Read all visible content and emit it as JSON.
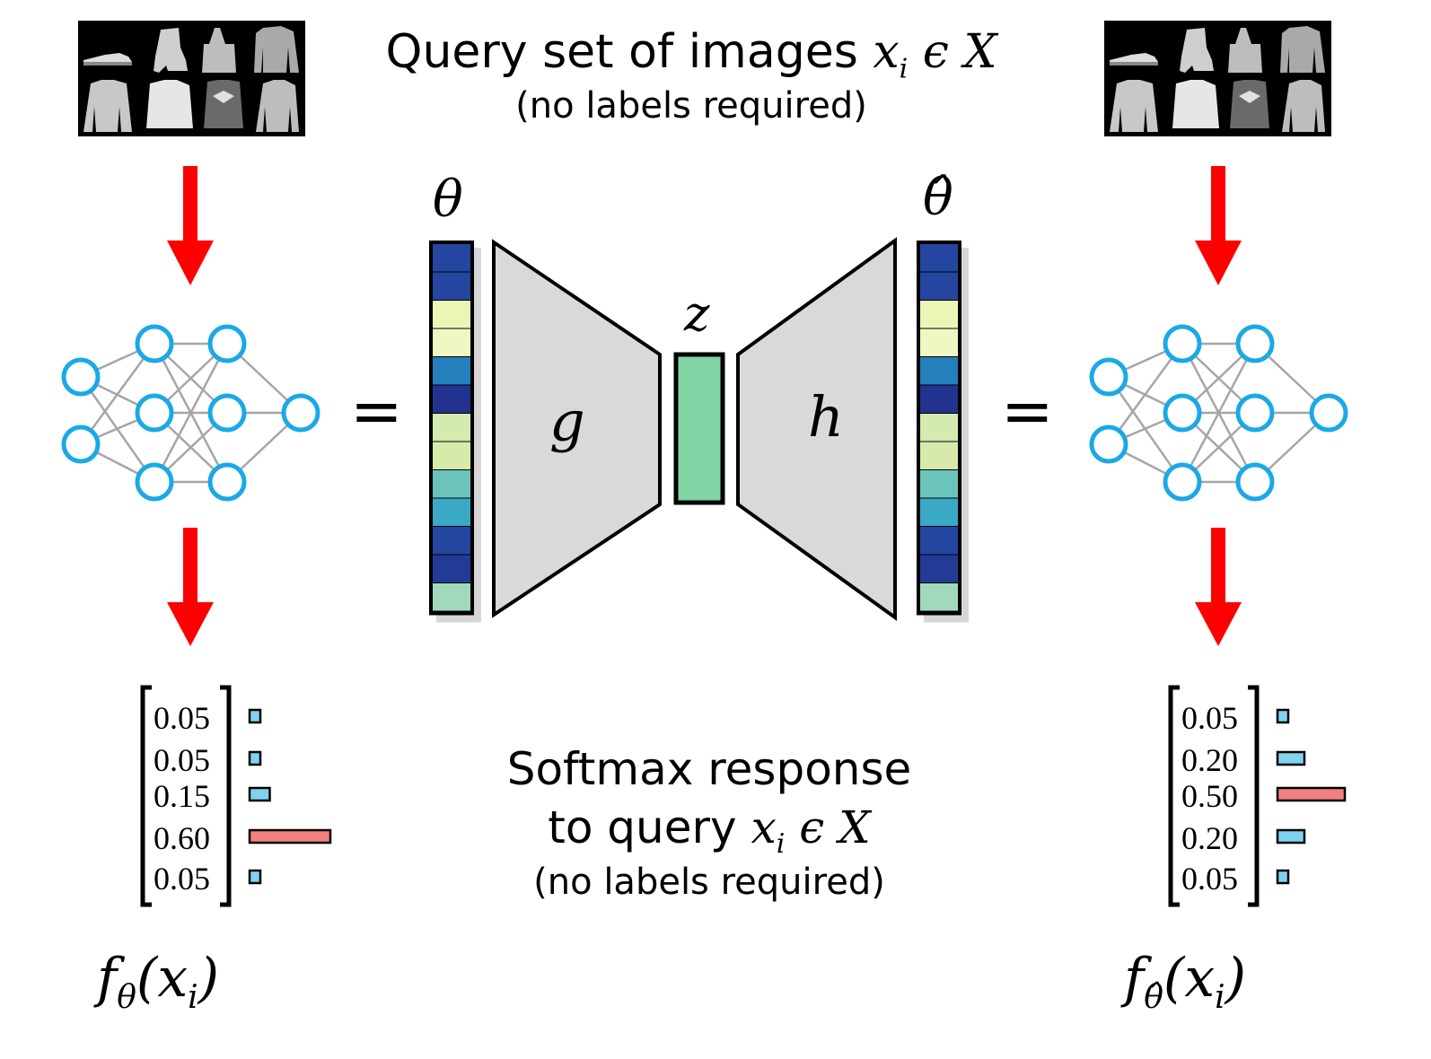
{
  "header": {
    "query_title": "Query set of images",
    "query_math": "x",
    "query_sub": "i",
    "query_rel": "ϵ X",
    "query_note": "(no labels required)"
  },
  "symbols": {
    "theta": "θ",
    "theta_hat": "θ̂",
    "z": "z",
    "g": "g",
    "h": "h",
    "equals": "="
  },
  "softmax": {
    "line1": "Softmax response",
    "line2_prefix": "to query",
    "line2_math": "x",
    "line2_sub": "i",
    "line2_rel": "ϵ X",
    "note": "(no labels required)"
  },
  "left_output": {
    "label_f": "f",
    "label_sub": "θ",
    "label_arg": "(x",
    "label_arg_sub": "i",
    "label_close": ")",
    "values": [
      "0.05",
      "0.05",
      "0.15",
      "0.60",
      "0.05"
    ],
    "bars": [
      0.05,
      0.05,
      0.15,
      0.6,
      0.05
    ]
  },
  "right_output": {
    "label_f": "f",
    "label_sub": "θ̂",
    "label_arg": "(x",
    "label_arg_sub": "i",
    "label_close": ")",
    "values": [
      "0.05",
      "0.20",
      "0.50",
      "0.20",
      "0.05"
    ],
    "bars": [
      0.05,
      0.2,
      0.5,
      0.2,
      0.05
    ]
  },
  "colors": {
    "arrow": "#ff0000",
    "neuron": "#1aa9e6",
    "edge": "#a6a6a6",
    "bar_normal": "#7fd3ef",
    "bar_max": "#f47f7f",
    "trapezoid": "#d9d9d9",
    "latent": "#7fd6a4",
    "param_cells": [
      "#2446a0",
      "#2446a0",
      "#edf5b6",
      "#f1f7c2",
      "#2480bd",
      "#24328f",
      "#d5eab1",
      "#d8eaaa",
      "#6cc3b9",
      "#3aa9c5",
      "#2446a0",
      "#243a97",
      "#a1d9bd"
    ]
  },
  "icons": [
    "image-grid-icon",
    "neural-network-icon",
    "arrow-down-icon"
  ]
}
